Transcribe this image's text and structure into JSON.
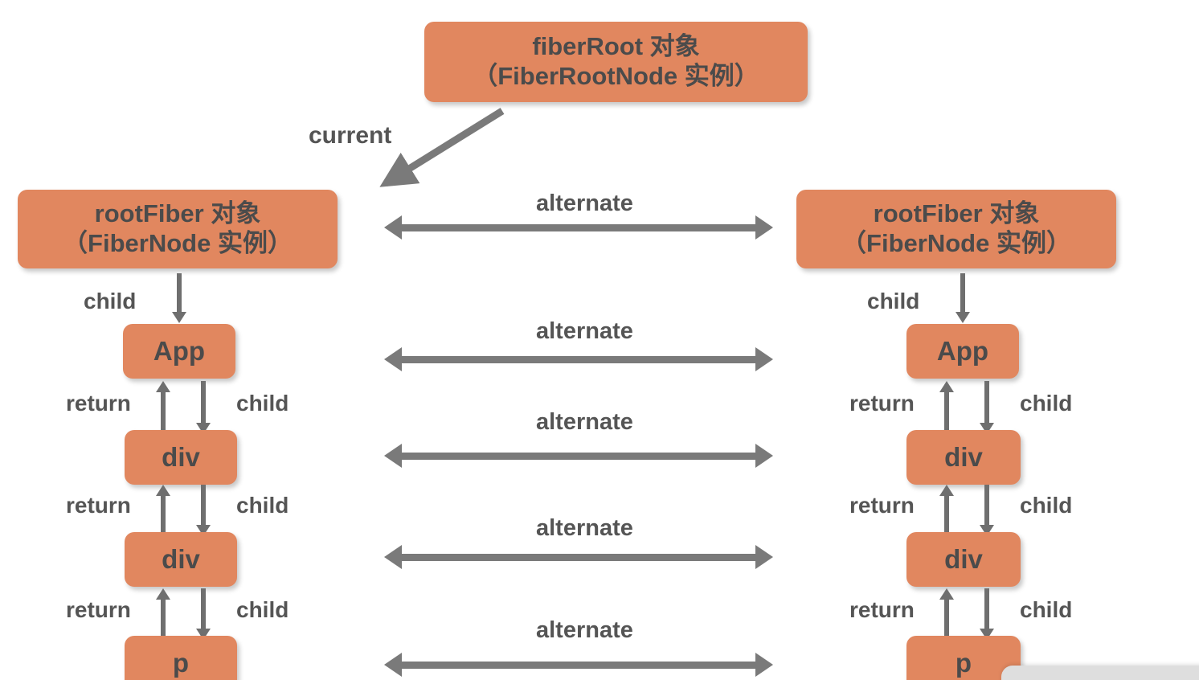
{
  "diagram": {
    "title_node": {
      "line1": "fiberRoot 对象",
      "line2": "（FiberRootNode 实例）"
    },
    "current_label": "current",
    "left_tree": {
      "root": {
        "line1": "rootFiber 对象",
        "line2": "（FiberNode 实例）"
      },
      "child_label": "child",
      "nodes": [
        {
          "label": "App"
        },
        {
          "label": "div"
        },
        {
          "label": "div"
        },
        {
          "label": "p"
        }
      ],
      "edges": [
        {
          "return_label": "return",
          "child_label": "child"
        },
        {
          "return_label": "return",
          "child_label": "child"
        },
        {
          "return_label": "return",
          "child_label": "child"
        }
      ]
    },
    "right_tree": {
      "root": {
        "line1": "rootFiber 对象",
        "line2": "（FiberNode 实例）"
      },
      "child_label": "child",
      "nodes": [
        {
          "label": "App"
        },
        {
          "label": "div"
        },
        {
          "label": "div"
        },
        {
          "label": "p"
        }
      ],
      "edges": [
        {
          "return_label": "return",
          "child_label": "child"
        },
        {
          "return_label": "return",
          "child_label": "child"
        },
        {
          "return_label": "return",
          "child_label": "child"
        }
      ]
    },
    "alternate_links": [
      {
        "label": "alternate"
      },
      {
        "label": "alternate"
      },
      {
        "label": "alternate"
      },
      {
        "label": "alternate"
      },
      {
        "label": "alternate"
      }
    ],
    "colors": {
      "node_fill": "#e1875f",
      "node_text": "#4b4b4b",
      "arrow": "#6f6f6f",
      "label_text": "#555555",
      "background": "#ffffff"
    }
  }
}
